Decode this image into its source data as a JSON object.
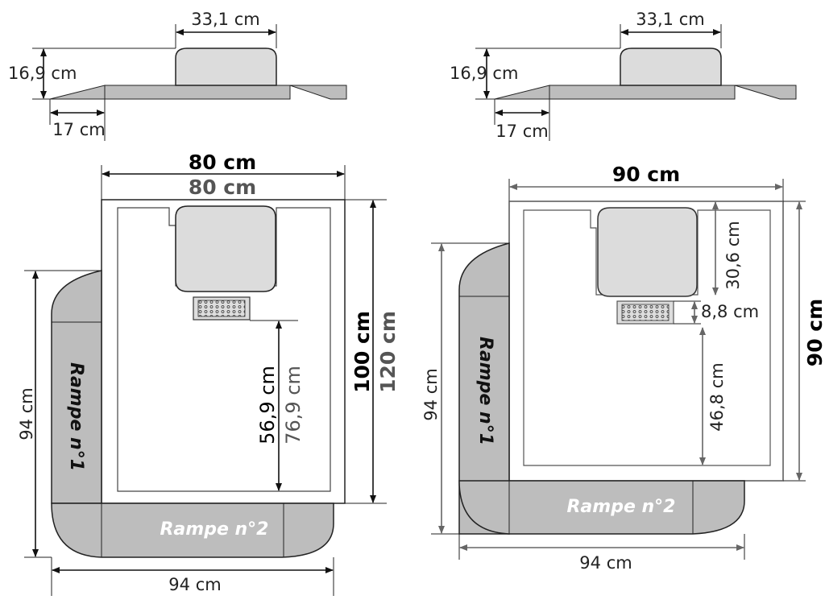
{
  "left": {
    "profile": {
      "width": "33,1 cm",
      "height": "16,9 cm",
      "ramp_length": "17 cm"
    },
    "width_labels": [
      "80 cm",
      "80 cm"
    ],
    "depth_labels": [
      "100 cm",
      "120 cm"
    ],
    "drain_distance_labels": [
      "56,9 cm",
      "76,9 cm"
    ],
    "ramp1": {
      "label": "Rampe n°1",
      "length": "94 cm"
    },
    "ramp2": {
      "label": "Rampe n°2",
      "length": "94 cm"
    }
  },
  "right": {
    "profile": {
      "width": "33,1 cm",
      "height": "16,9 cm",
      "ramp_length": "17 cm"
    },
    "width_label": "90 cm",
    "depth_label": "90 cm",
    "seat_depth": "30,6 cm",
    "drain_depth": "8,8 cm",
    "drain_distance": "46,8 cm",
    "ramp1": {
      "label": "Rampe n°1",
      "length": "94 cm"
    },
    "ramp2": {
      "label": "Rampe n°2",
      "length": "94 cm"
    }
  },
  "colors": {
    "ramp_fill": "#bdbdbd",
    "tray_fill": "#ffffff",
    "seat_fill": "#dcdcdc",
    "outline": "#222222"
  }
}
